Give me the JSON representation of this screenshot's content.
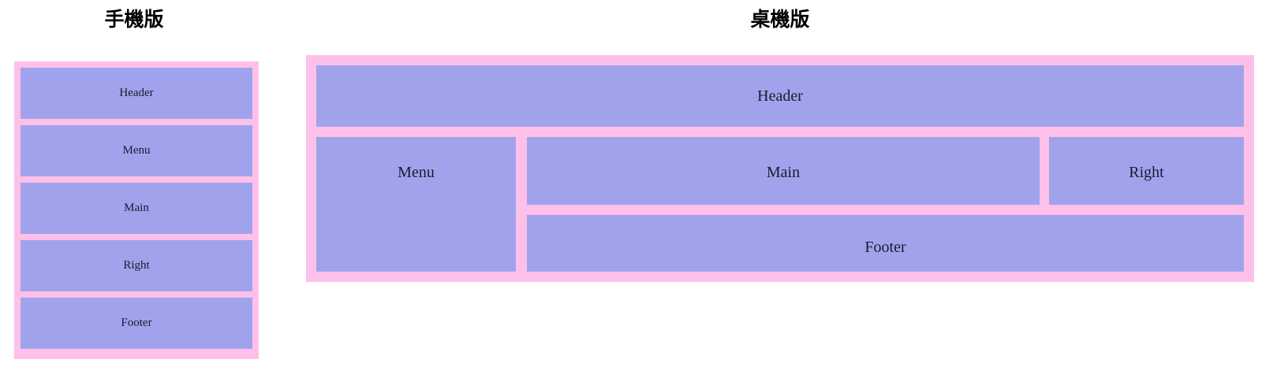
{
  "mobile": {
    "title": "手機版",
    "blocks": [
      {
        "label": "Header"
      },
      {
        "label": "Menu"
      },
      {
        "label": "Main"
      },
      {
        "label": "Right"
      },
      {
        "label": "Footer"
      }
    ]
  },
  "desktop": {
    "title": "桌機版",
    "header": {
      "label": "Header"
    },
    "menu": {
      "label": "Menu"
    },
    "main": {
      "label": "Main"
    },
    "right": {
      "label": "Right"
    },
    "footer": {
      "label": "Footer"
    }
  },
  "colors": {
    "block_fill": "#a0a3ec",
    "frame_fill": "#fdc0e9",
    "text": "#1a1a2e",
    "background": "#ffffff"
  }
}
